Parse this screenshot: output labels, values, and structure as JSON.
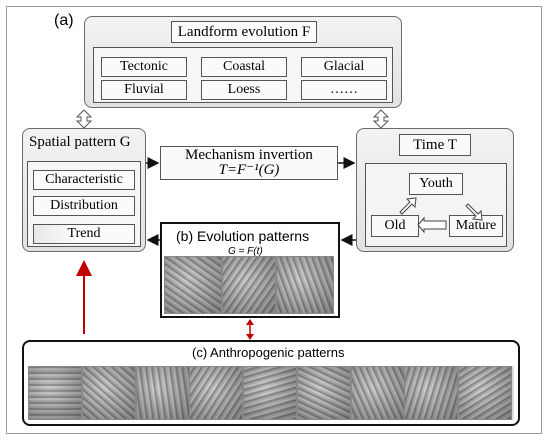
{
  "panel_a_label": "(a)",
  "landform": {
    "title": "Landform evolution F",
    "items": [
      "Tectonic",
      "Coastal",
      "Glacial",
      "Fluvial",
      "Loess",
      "……"
    ]
  },
  "spatial": {
    "title": "Spatial pattern G",
    "items": [
      "Characteristic",
      "Distribution",
      "Trend"
    ]
  },
  "mechanism": {
    "line1": "Mechanism invertion",
    "line2": "T=F⁻¹(G)"
  },
  "time": {
    "title": "Time T",
    "youth": "Youth",
    "old": "Old",
    "mature": "Mature"
  },
  "evolution": {
    "title": "(b) Evolution patterns",
    "formula": "G = F(t)"
  },
  "anthro": {
    "title": "(c) Anthropogenic patterns"
  }
}
